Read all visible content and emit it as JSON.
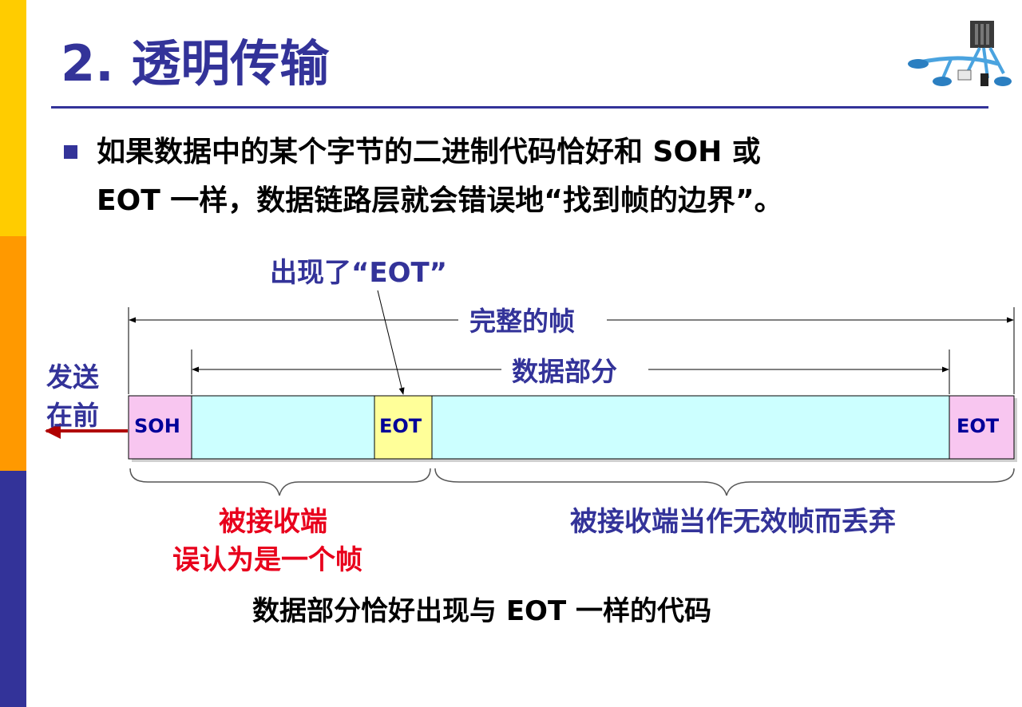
{
  "colors": {
    "accent": "#333399",
    "sidebar": [
      "#FFCC00",
      "#FF9900",
      "#333399"
    ],
    "red": "#E8001C",
    "arrow_red": "#B00000",
    "soh_fill": "#F8C6F0",
    "eot_mid_fill": "#FFFF99",
    "data_fill": "#CCFFFF"
  },
  "title": "2.  透明传输",
  "bullet": {
    "line1": "如果数据中的某个字节的二进制代码恰好和 SOH 或",
    "line2": "EOT 一样，数据链路层就会错误地“找到帧的边界”。"
  },
  "diagram": {
    "eot_callout": "出现了“EOT”",
    "whole_frame_label": "完整的帧",
    "data_part_label": "数据部分",
    "send_first_line1": "发送",
    "send_first_line2": "在前",
    "soh": "SOH",
    "eot_mid": "EOT",
    "eot_end": "EOT",
    "left_brace_line1": "被接收端",
    "left_brace_line2": "误认为是一个帧",
    "right_brace": "被接收端当作无效帧而丢弃",
    "caption": "数据部分恰好出现与 EOT 一样的代码"
  },
  "logo_icon": "network-diagram-icon"
}
